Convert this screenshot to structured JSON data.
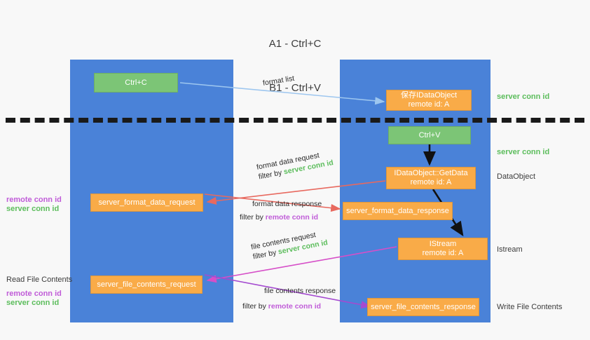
{
  "title": {
    "line1": "A1 - Ctrl+C",
    "line2": "B1 - Ctrl+V"
  },
  "lanes": [
    {
      "id": "a1",
      "name": "A1",
      "role": "remote"
    },
    {
      "id": "b1",
      "name": "B1",
      "role": "connection"
    }
  ],
  "colors": {
    "lane": "#4a82d8",
    "green_box": "#7cc576",
    "orange_box": "#f9ab48",
    "server_conn": "#5cbd5c",
    "remote_conn": "#c05cd8",
    "arrow_light_blue": "#9dc6ef",
    "arrow_red": "#e8695f",
    "arrow_magenta": "#d64fc8",
    "arrow_purple": "#a44ad0",
    "arrow_black": "#111111",
    "background": "#f8f8f8"
  },
  "boxes": {
    "ctrl_c": {
      "label": "Ctrl+C",
      "color": "green"
    },
    "save_idataobject": {
      "line1": "保存IDataObject",
      "line2": "remote id: A",
      "color": "orange"
    },
    "ctrl_v": {
      "label": "Ctrl+V",
      "color": "green"
    },
    "getdata": {
      "line1": "IDataObject::GetData",
      "line2": "remote id: A",
      "color": "orange"
    },
    "istream": {
      "line1": "IStream",
      "line2": "remote id: A",
      "color": "orange"
    },
    "server_format_data_request": {
      "label": "server_format_data_request",
      "color": "orange"
    },
    "server_format_data_response": {
      "label": "server_format_data_response",
      "color": "orange"
    },
    "server_file_contents_request": {
      "label": "server_file_contents_request",
      "color": "orange"
    },
    "server_file_contents_response": {
      "label": "server_file_contents_response",
      "color": "orange"
    }
  },
  "right_annotations": [
    {
      "id": "server-conn-id-1",
      "text": "server conn id",
      "style": "green"
    },
    {
      "id": "server-conn-id-2",
      "text": "server conn id",
      "style": "green"
    },
    {
      "id": "dataobject",
      "text": "DataObject",
      "style": "dark"
    },
    {
      "id": "istream",
      "text": "Istream",
      "style": "dark"
    },
    {
      "id": "write-file-contents",
      "text": "Write File Contents",
      "style": "dark"
    }
  ],
  "left_annotations": [
    {
      "id": "remote-conn-id-1",
      "text": "remote conn id",
      "style": "purple"
    },
    {
      "id": "server-conn-id-left-1",
      "text": "server conn id",
      "style": "green"
    },
    {
      "id": "read-file-contents",
      "text": "Read File Contents",
      "style": "dark"
    },
    {
      "id": "remote-conn-id-2",
      "text": "remote conn id",
      "style": "purple"
    },
    {
      "id": "server-conn-id-left-2",
      "text": "server conn id",
      "style": "green"
    }
  ],
  "flows": [
    {
      "id": "format-list",
      "label": "format list",
      "filter_prefix": "",
      "filter_value": "",
      "color": "#9dc6ef"
    },
    {
      "id": "format-data-request",
      "label": "format data request",
      "filter_prefix": "filter by ",
      "filter_value": "server conn id",
      "filter_style": "green",
      "color": "#e8695f"
    },
    {
      "id": "format-data-response",
      "label": "format data response",
      "filter_prefix": "filter by ",
      "filter_value": "remote conn id",
      "filter_style": "purple",
      "color": "#e8695f"
    },
    {
      "id": "file-contents-request",
      "label": "file contents request",
      "filter_prefix": "filter by ",
      "filter_value": "server conn id",
      "filter_style": "green",
      "color": "#d64fc8"
    },
    {
      "id": "file-contents-response",
      "label": "file contents response",
      "filter_prefix": "filter by ",
      "filter_value": "remote conn id",
      "filter_style": "purple",
      "color": "#a44ad0"
    }
  ]
}
